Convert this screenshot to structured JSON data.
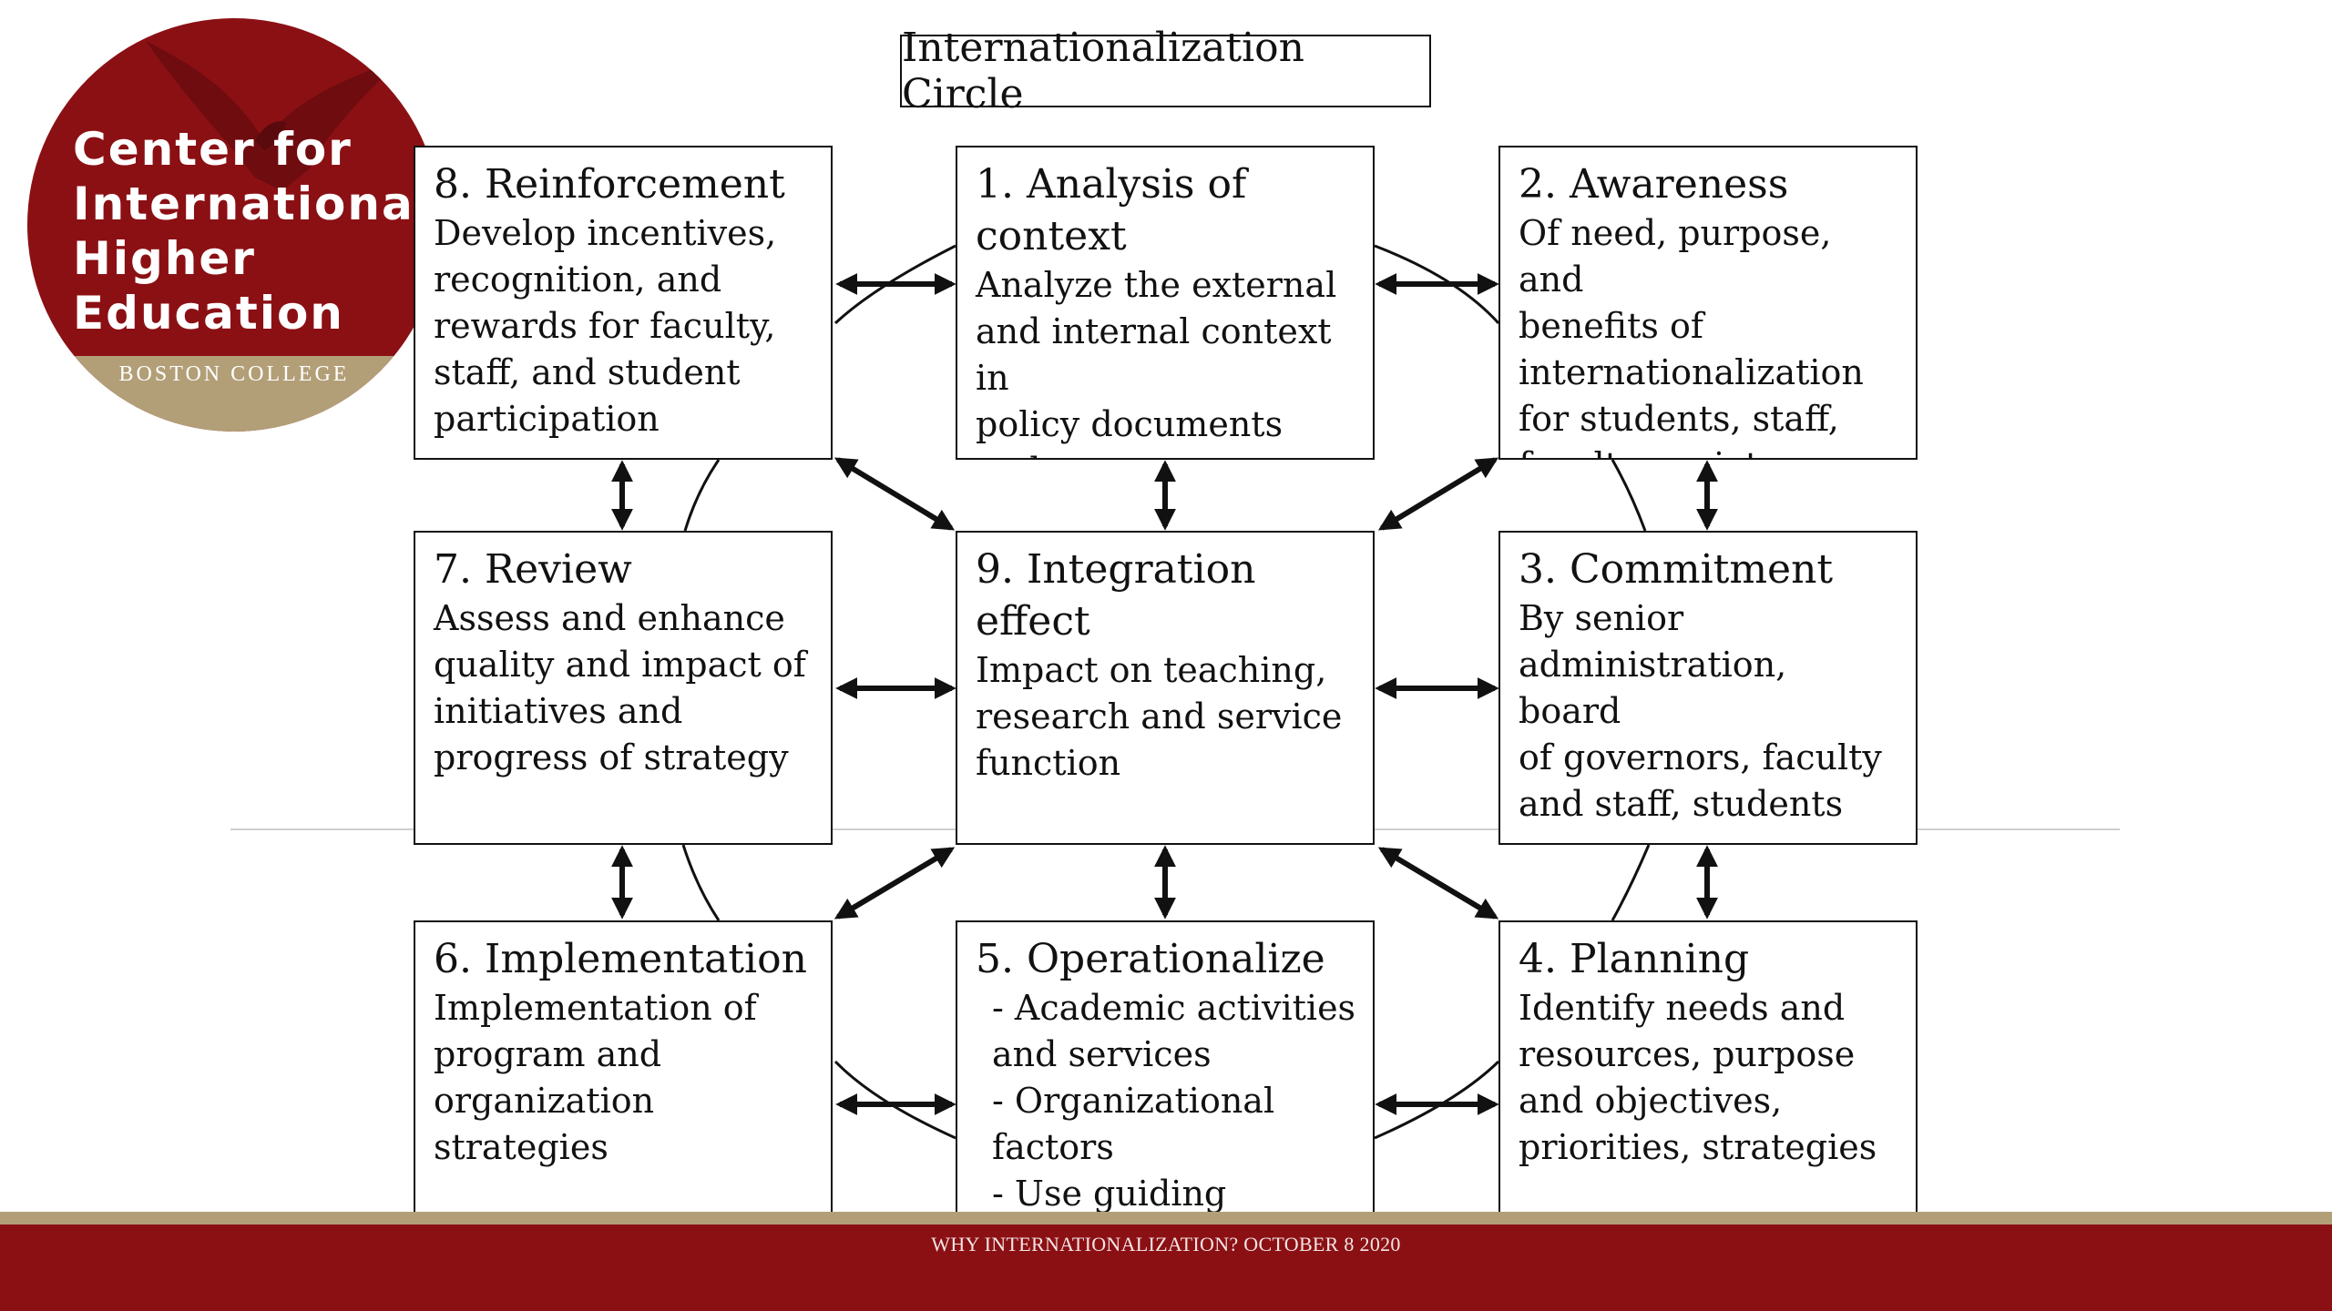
{
  "logo": {
    "lines": [
      "Center for",
      "Internationa",
      "Higher",
      "Education"
    ],
    "subtitle": "BOSTON COLLEGE"
  },
  "diagram": {
    "title": "Internationalization Circle",
    "steps": {
      "analysis": {
        "title": "1. Analysis of\ncontext",
        "body": "Analyze the external\nand internal context in\npolicy documents and\nstatements"
      },
      "awareness": {
        "title": "2. Awareness",
        "body": "Of need, purpose, and\nbenefits of\ninternationalization\nfor students, staff,\nfaculty, society"
      },
      "commitment": {
        "title": "3. Commitment",
        "body": "By senior\nadministration, board\nof governors, faculty\nand staff, students"
      },
      "planning": {
        "title": "4. Planning",
        "body": "Identify needs and\nresources, purpose\nand objectives,\npriorities, strategies"
      },
      "operationalize": {
        "title": "5. Operationalize",
        "items": [
          "- Academic activities\nand services",
          "- Organizational\nfactors",
          "- Use guiding\nprinciples"
        ]
      },
      "implementation": {
        "title": "6. Implementation",
        "body": "Implementation of\nprogram and\norganization strategies"
      },
      "review": {
        "title": "7. Review",
        "body": "Assess and enhance\nquality and impact of\ninitiatives and\nprogress of strategy"
      },
      "reinforcement": {
        "title": "8. Reinforcement",
        "body": "Develop incentives,\nrecognition, and\nrewards for faculty,\nstaff, and student\nparticipation"
      },
      "integration": {
        "title": "9. Integration effect",
        "body": "Impact on teaching,\nresearch and service\nfunction"
      }
    }
  },
  "footer": {
    "text": "WHY INTERNATIONALIZATION? OCTOBER 8 2020"
  },
  "colors": {
    "brand_red": "#8b1014",
    "brand_gold": "#b29f78",
    "line": "#111111"
  }
}
